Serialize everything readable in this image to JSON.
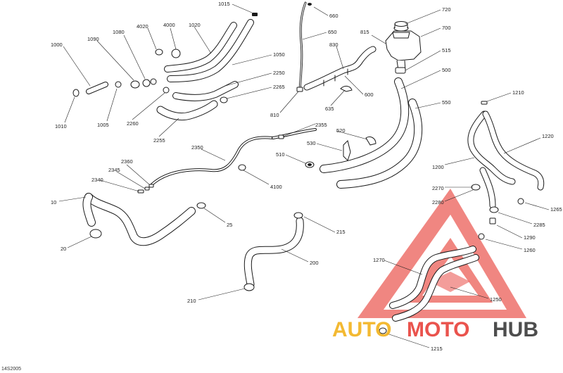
{
  "labels": {
    "l1015": "1015",
    "l660": "660",
    "l720": "720",
    "l700": "700",
    "l815": "815",
    "l650": "650",
    "l830": "830",
    "l515": "515",
    "l500": "500",
    "l600": "600",
    "l635": "635",
    "l810": "810",
    "l550": "550",
    "l1210": "1210",
    "l1220": "1220",
    "l1200": "1200",
    "l4020": "4020",
    "l4000": "4000",
    "l1020": "1020",
    "l1080": "1080",
    "l1090": "1090",
    "l1000": "1000",
    "l1050": "1050",
    "l2250": "2250",
    "l2265": "2265",
    "l1010": "1010",
    "l1005": "1005",
    "l2260": "2260",
    "l2255": "2255",
    "l2350": "2350",
    "l2355": "2355",
    "l520": "520",
    "l530": "530",
    "l510": "510",
    "l4100": "4100",
    "l2360": "2360",
    "l2345": "2345",
    "l2340": "2340",
    "l10": "10",
    "l25": "25",
    "l20": "20",
    "l215": "215",
    "l200": "200",
    "l210": "210",
    "l2270": "2270",
    "l2280": "2280",
    "l1265": "1265",
    "l2285": "2285",
    "l1290": "1290",
    "l1260": "1260",
    "l1270": "1270",
    "l1250": "1250",
    "l1215": "1215"
  },
  "figure_code": "14S2005",
  "watermark": {
    "part1": "AUTO",
    "part2": "MOTO",
    "part3": "HUB",
    "color_primary": "#e8413a",
    "color_secondary": "#f2b21c",
    "color_dark": "#3a3a3a"
  }
}
